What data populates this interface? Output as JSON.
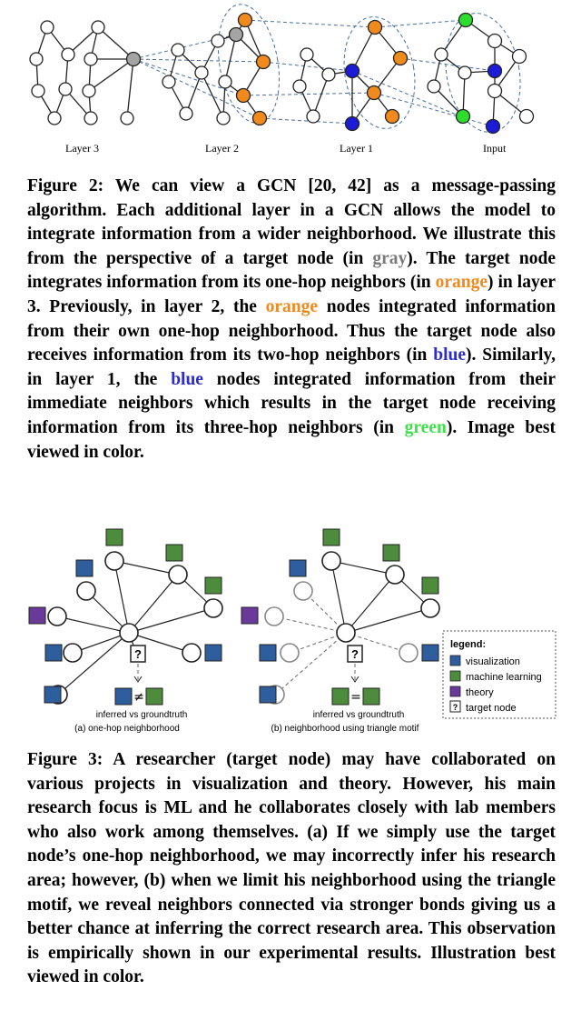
{
  "figure2": {
    "layers": [
      "Layer 3",
      "Layer 2",
      "Layer 1",
      "Input"
    ],
    "colors": {
      "target": "#a4a4a4",
      "one_hop": "#f08a1c",
      "two_hop": "#1c1cd6",
      "three_hop": "#2ddc2d"
    }
  },
  "caption2": {
    "p1": "Figure 2: We can view a GCN [20, 42] as a message-passing algorithm. Each additional layer in a GCN allows the model to integrate information from a wider neighborhood. We illustrate this from the perspective of a target node (in ",
    "gray": "gray",
    "p2": "). The target node integrates information from its one-hop neighbors (in ",
    "orange1": "orange",
    "p3": ") in layer 3. Previously, in layer 2, the ",
    "orange2": "orange",
    "p4": " nodes integrated information from their own one-hop neighborhood. Thus the target node also receives information from its two-hop neighbors (in ",
    "blue1": "blue",
    "p5": "). Similarly, in layer 1, the ",
    "blue2": "blue",
    "p6": " nodes integrated information from their immediate neighbors which results in the target node receiving information from its three-hop neighbors (in ",
    "green": "green",
    "p7": "). Image best viewed in color."
  },
  "figure3": {
    "inferred_label_a": "inferred vs groundtruth",
    "inferred_label_b": "inferred vs groundtruth",
    "panel_a": "(a) one-hop neighborhood",
    "panel_b": "(b) neighborhood using triangle motif",
    "not_equal": "≠",
    "equal": "=",
    "question": "?",
    "legend": {
      "title": "legend:",
      "items": [
        "visualization",
        "machine learning",
        "theory",
        "target node"
      ]
    },
    "colors": {
      "visualization": "#2e5e9e",
      "machine_learning": "#4d8c3c",
      "theory": "#6a3a9a"
    }
  },
  "caption3": "Figure 3: A researcher (target node) may have collaborated on various projects in visualization and theory. However, his main research focus is ML and he collaborates closely with lab members who also work among themselves. (a) If we simply use the target node’s one-hop neighborhood, we may incorrectly infer his research area; however, (b) when we limit his neighborhood using the triangle motif, we reveal neighbors connected via stronger bonds giving us a better chance at inferring the correct research area. This observation is empirically shown in our experimental results. Illustration best viewed in color."
}
